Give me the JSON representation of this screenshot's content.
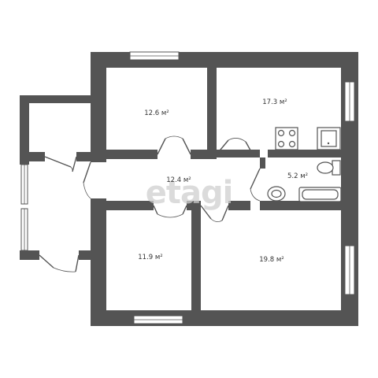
{
  "watermark": "etagi",
  "rooms": [
    {
      "label": "12.6 м²"
    },
    {
      "label": "17.3 м²"
    },
    {
      "label": "12.4 м²"
    },
    {
      "label": "5.2 м²"
    },
    {
      "label": "11.9 м²"
    },
    {
      "label": "19.8 м²"
    }
  ]
}
